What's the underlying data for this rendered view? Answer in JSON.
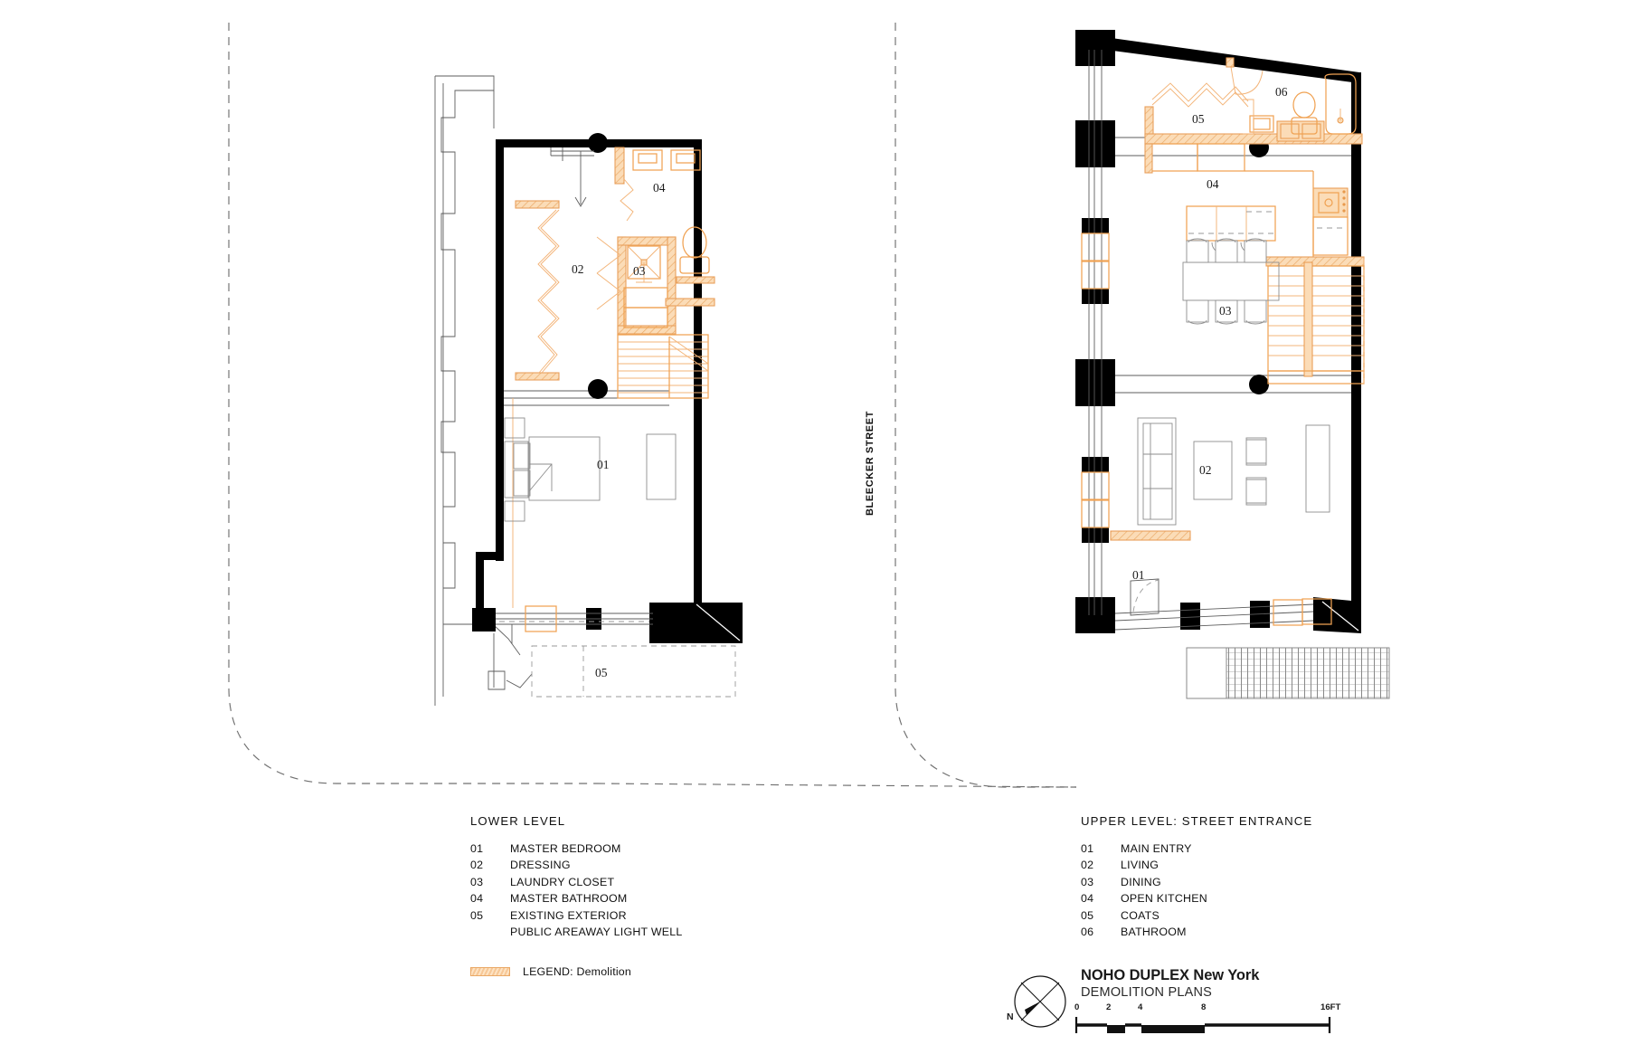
{
  "sheet": {
    "project_title": "NOHO DUPLEX New York",
    "sheet_title": "DEMOLITION PLANS",
    "north_label": "N"
  },
  "street": {
    "label": "BLEECKER STREET"
  },
  "scale_bar": {
    "ticks": [
      "0",
      "2",
      "4",
      "8"
    ],
    "end_label": "16FT"
  },
  "lower": {
    "title": "LOWER  LEVEL",
    "rooms": [
      {
        "num": "01",
        "name": "MASTER BEDROOM"
      },
      {
        "num": "02",
        "name": "DRESSING"
      },
      {
        "num": "03",
        "name": "LAUNDRY CLOSET"
      },
      {
        "num": "04",
        "name": "MASTER BATHROOM"
      },
      {
        "num": "05",
        "name": "EXISTING EXTERIOR"
      }
    ],
    "continuation": "PUBLIC AREAWAY LIGHT WELL",
    "plan_tags": [
      "01",
      "02",
      "03",
      "04",
      "05"
    ]
  },
  "upper": {
    "title": "UPPER  LEVEL: STREET ENTRANCE",
    "rooms": [
      {
        "num": "01",
        "name": "MAIN ENTRY"
      },
      {
        "num": "02",
        "name": "LIVING"
      },
      {
        "num": "03",
        "name": "DINING"
      },
      {
        "num": "04",
        "name": "OPEN KITCHEN"
      },
      {
        "num": "05",
        "name": "COATS"
      },
      {
        "num": "06",
        "name": "BATHROOM"
      }
    ],
    "plan_tags": [
      "01",
      "02",
      "03",
      "04",
      "05",
      "06"
    ]
  },
  "demolition_key": {
    "label": "LEGEND: Demolition"
  },
  "colors": {
    "demolition": "#eaa865",
    "demolition_fill": "#fbdcb7",
    "wall_solid": "#000000",
    "furniture": "#8d8d8d",
    "paper": "#ffffff"
  }
}
